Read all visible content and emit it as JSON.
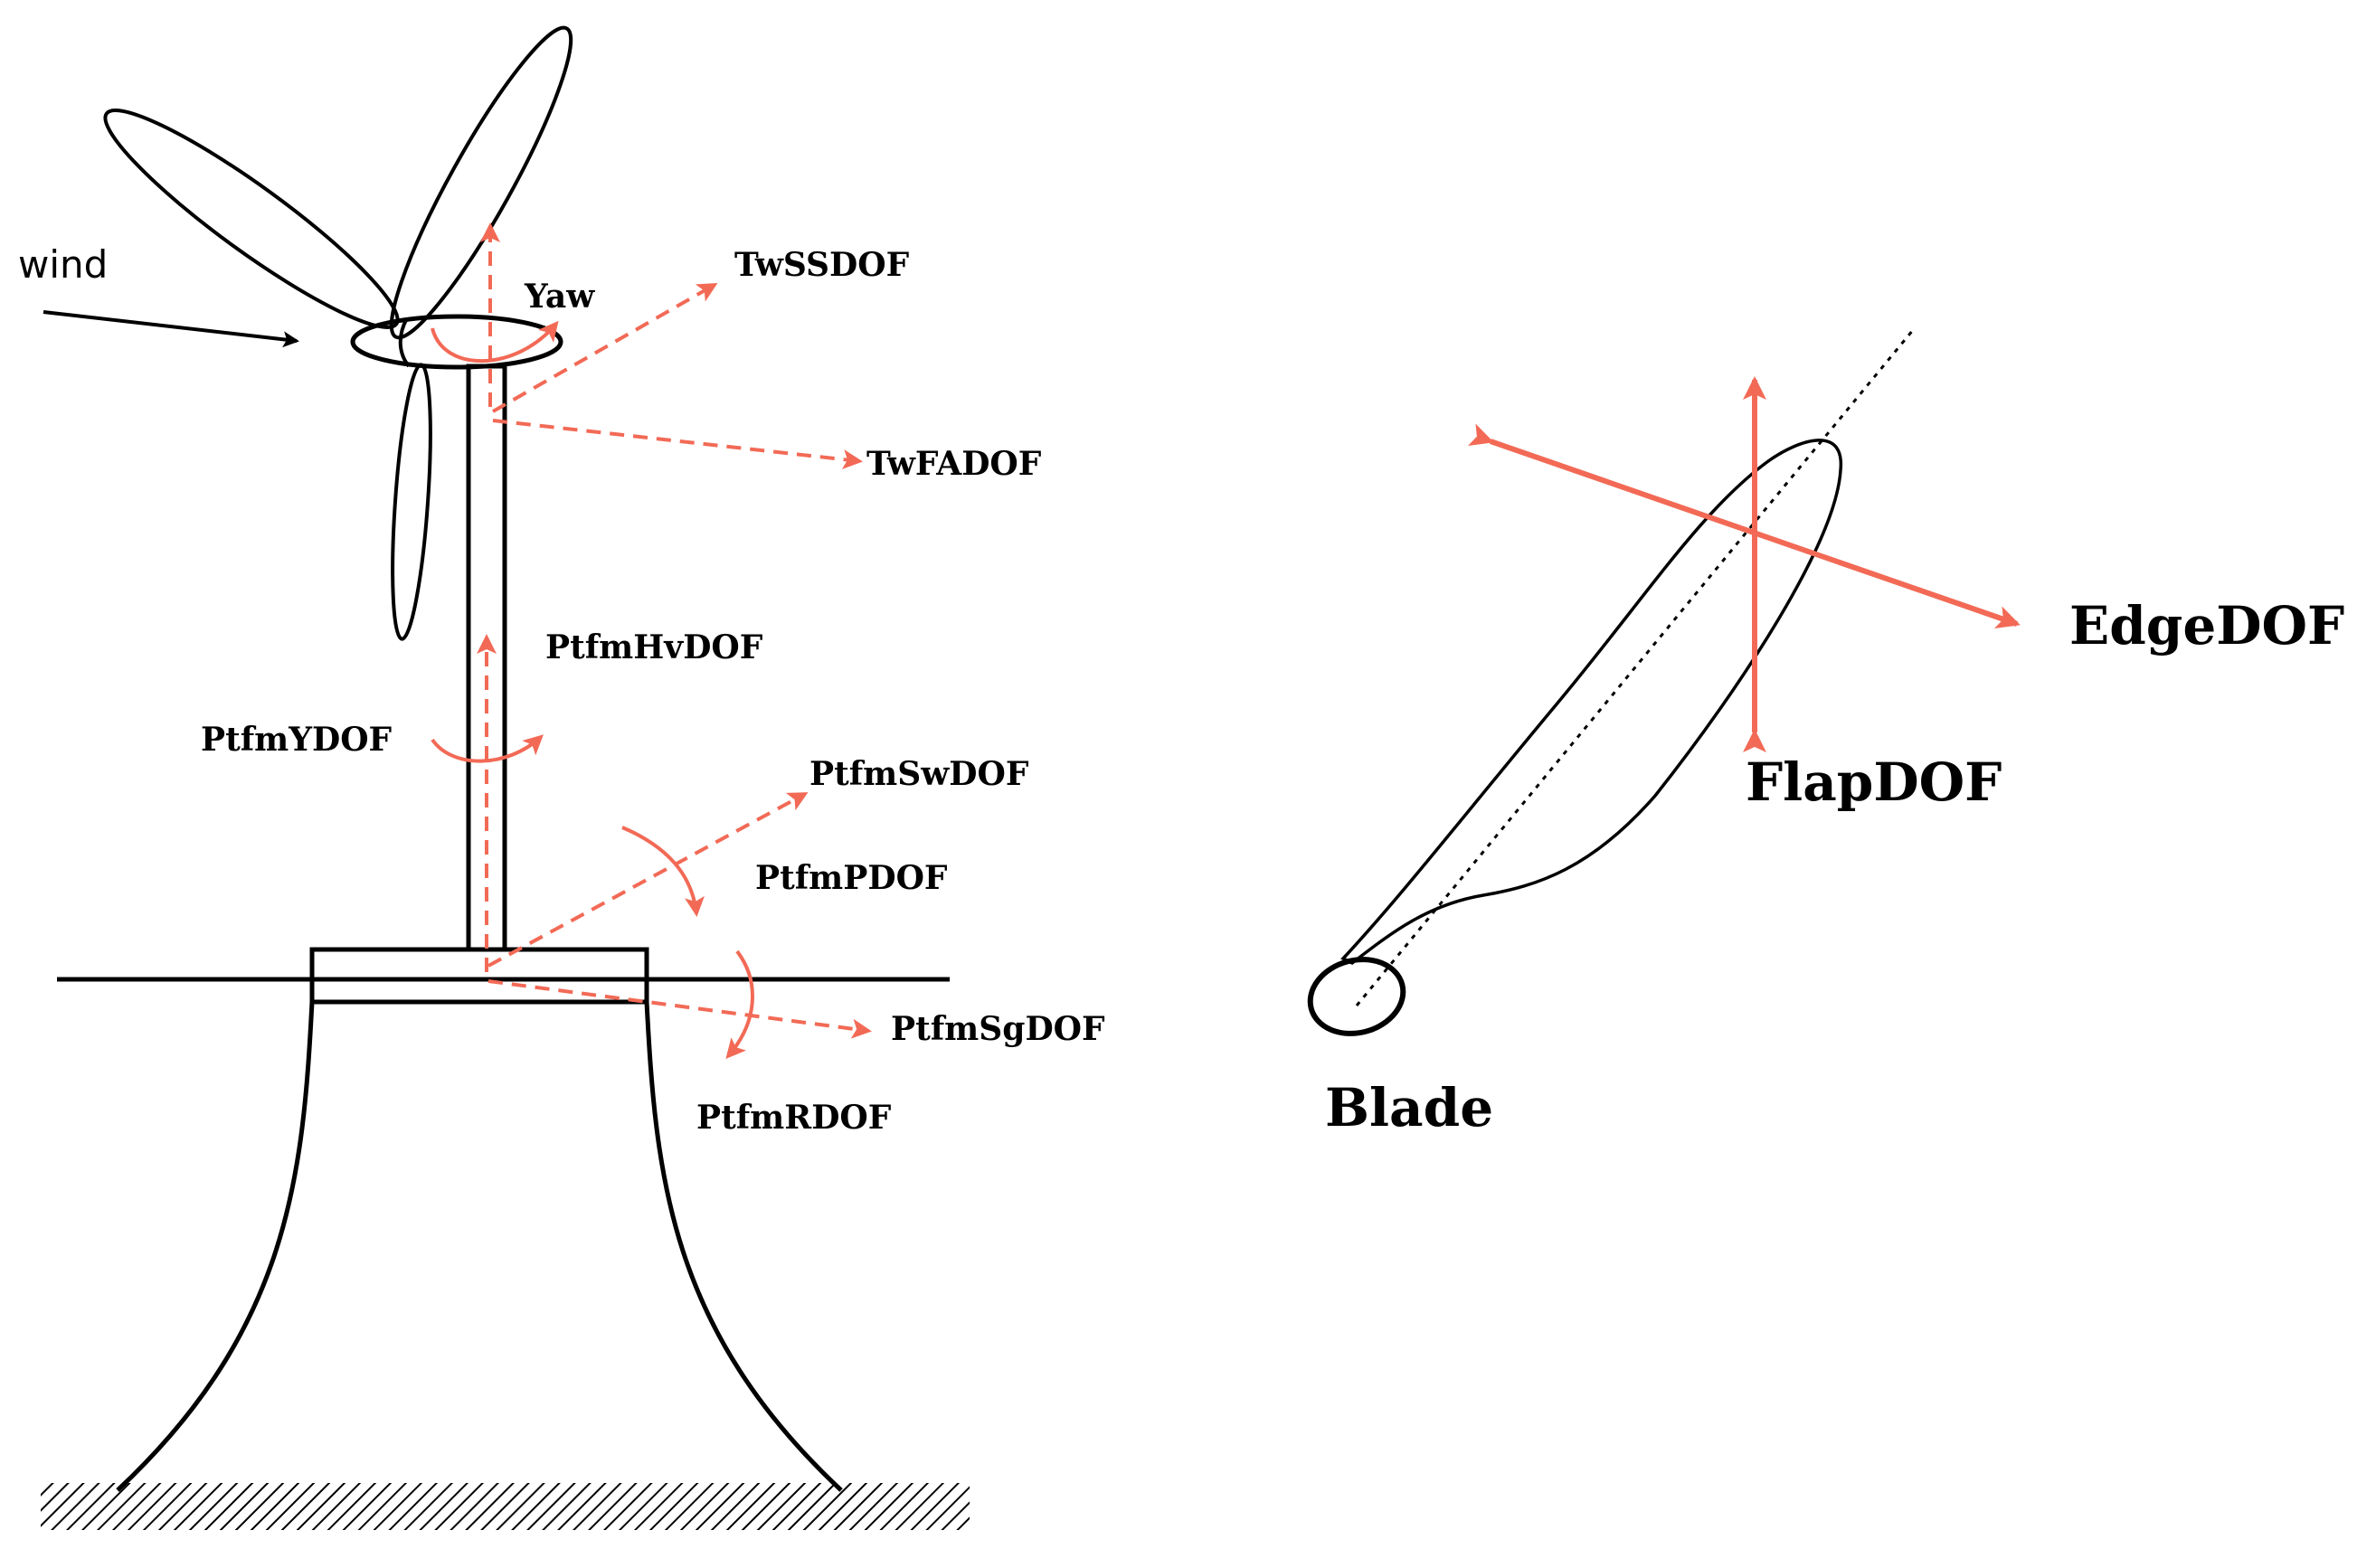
{
  "turbine": {
    "wind_label": "wind",
    "dof_labels": {
      "yaw": "Yaw",
      "tw_ss": "TwSSDOF",
      "tw_fa": "TwFADOF",
      "ptfm_hv": "PtfmHvDOF",
      "ptfm_y": "PtfmYDOF",
      "ptfm_sw": "PtfmSwDOF",
      "ptfm_p": "PtfmPDOF",
      "ptfm_sg": "PtfmSgDOF",
      "ptfm_r": "PtfmRDOF"
    }
  },
  "blade": {
    "blade_label": "Blade",
    "edge_label": "EdgeDOF",
    "flap_label": "FlapDOF"
  },
  "colors": {
    "arrow_red": "#f26a56",
    "line_black": "#000000"
  }
}
